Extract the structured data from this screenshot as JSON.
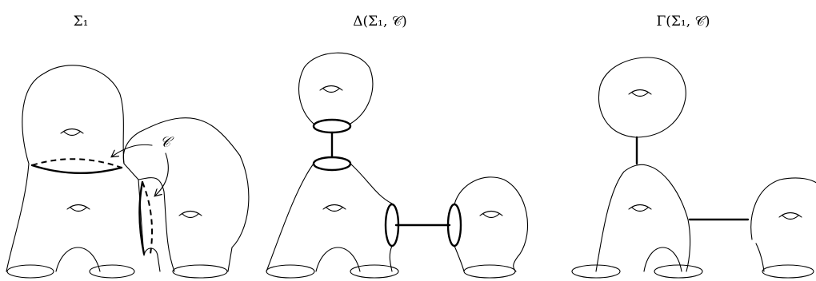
{
  "panels": [
    {
      "id": "sigma",
      "title": "Σ₁"
    },
    {
      "id": "delta",
      "title": "Δ(Σ₁, 𝒞)"
    },
    {
      "id": "gamma",
      "title": "Γ(Σ₁, 𝒞)"
    }
  ],
  "annotation": {
    "curve_label": "𝒞"
  }
}
